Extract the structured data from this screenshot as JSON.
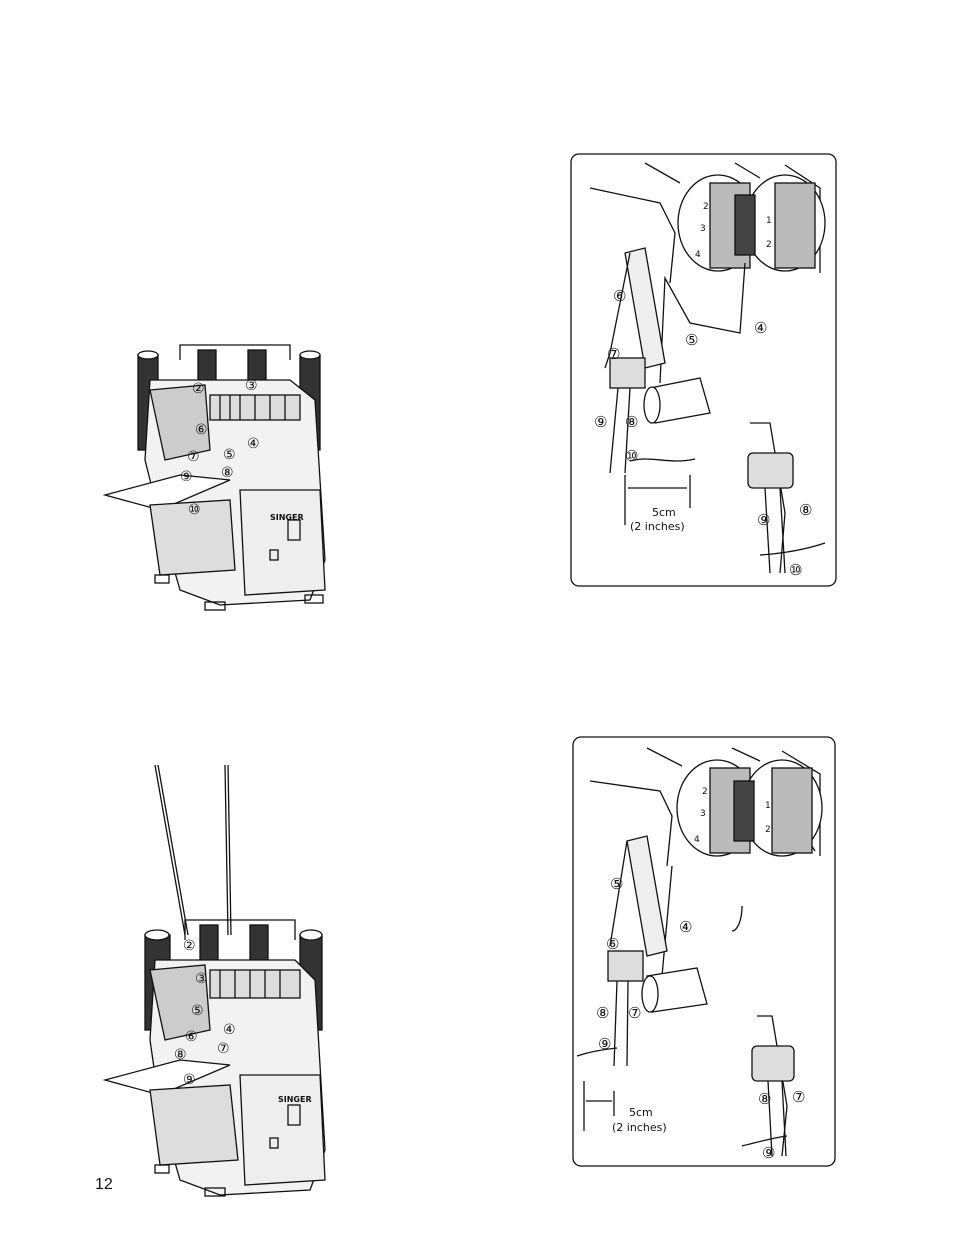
{
  "page_number": "12",
  "brand": "SINGER",
  "figure_top_left": {
    "callouts": [
      "②",
      "③",
      "④",
      "⑤",
      "⑥",
      "⑦",
      "⑧",
      "⑨",
      "⑩"
    ]
  },
  "figure_top_right": {
    "callouts": [
      "④",
      "⑤",
      "⑥",
      "⑦",
      "⑧",
      "⑨",
      "⑩"
    ],
    "inset_callouts": [
      "⑧",
      "⑨",
      "⑩"
    ],
    "dial_left_numbers": [
      "2",
      "3",
      "4"
    ],
    "dial_right_numbers": [
      "1",
      "2"
    ],
    "measure_metric": "5cm",
    "measure_imperial": "(2 inches)"
  },
  "figure_bottom_left": {
    "callouts": [
      "②",
      "③",
      "④",
      "⑤",
      "⑥",
      "⑦",
      "⑧",
      "⑨"
    ]
  },
  "figure_bottom_right": {
    "callouts": [
      "④",
      "⑤",
      "⑥",
      "⑦",
      "⑧",
      "⑨"
    ],
    "inset_callouts": [
      "⑦",
      "⑧",
      "⑨"
    ],
    "dial_left_numbers": [
      "2",
      "3",
      "4"
    ],
    "dial_right_numbers": [
      "1",
      "2"
    ],
    "measure_metric": "5cm",
    "measure_imperial": "(2 inches)"
  }
}
